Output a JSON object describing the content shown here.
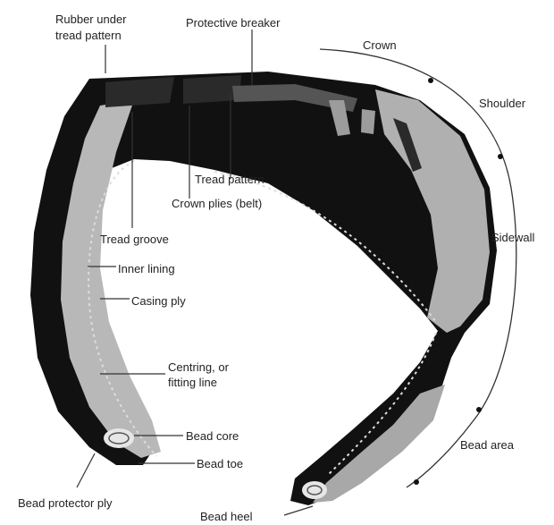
{
  "labels": {
    "rubber_under_tread": [
      "Rubber under",
      "tread pattern"
    ],
    "protective_breaker": "Protective breaker",
    "crown": "Crown",
    "shoulder": "Shoulder",
    "tread_pattern": "Tread pattern",
    "crown_plies": "Crown plies (belt)",
    "tread_groove": "Tread groove",
    "sidewall": "Sidewall",
    "inner_lining": "Inner lining",
    "casing_ply": "Casing ply",
    "centring_line": [
      "Centring, or",
      "fitting line"
    ],
    "bead_core": "Bead core",
    "bead_toe": "Bead toe",
    "bead_area": "Bead area",
    "bead_protector_ply": "Bead protector ply",
    "bead_heel": "Bead heel"
  },
  "colors": {
    "rubber": "#111111",
    "casing": "#b5b5b5",
    "lining": "#9a9a9a",
    "leader": "#333333"
  }
}
